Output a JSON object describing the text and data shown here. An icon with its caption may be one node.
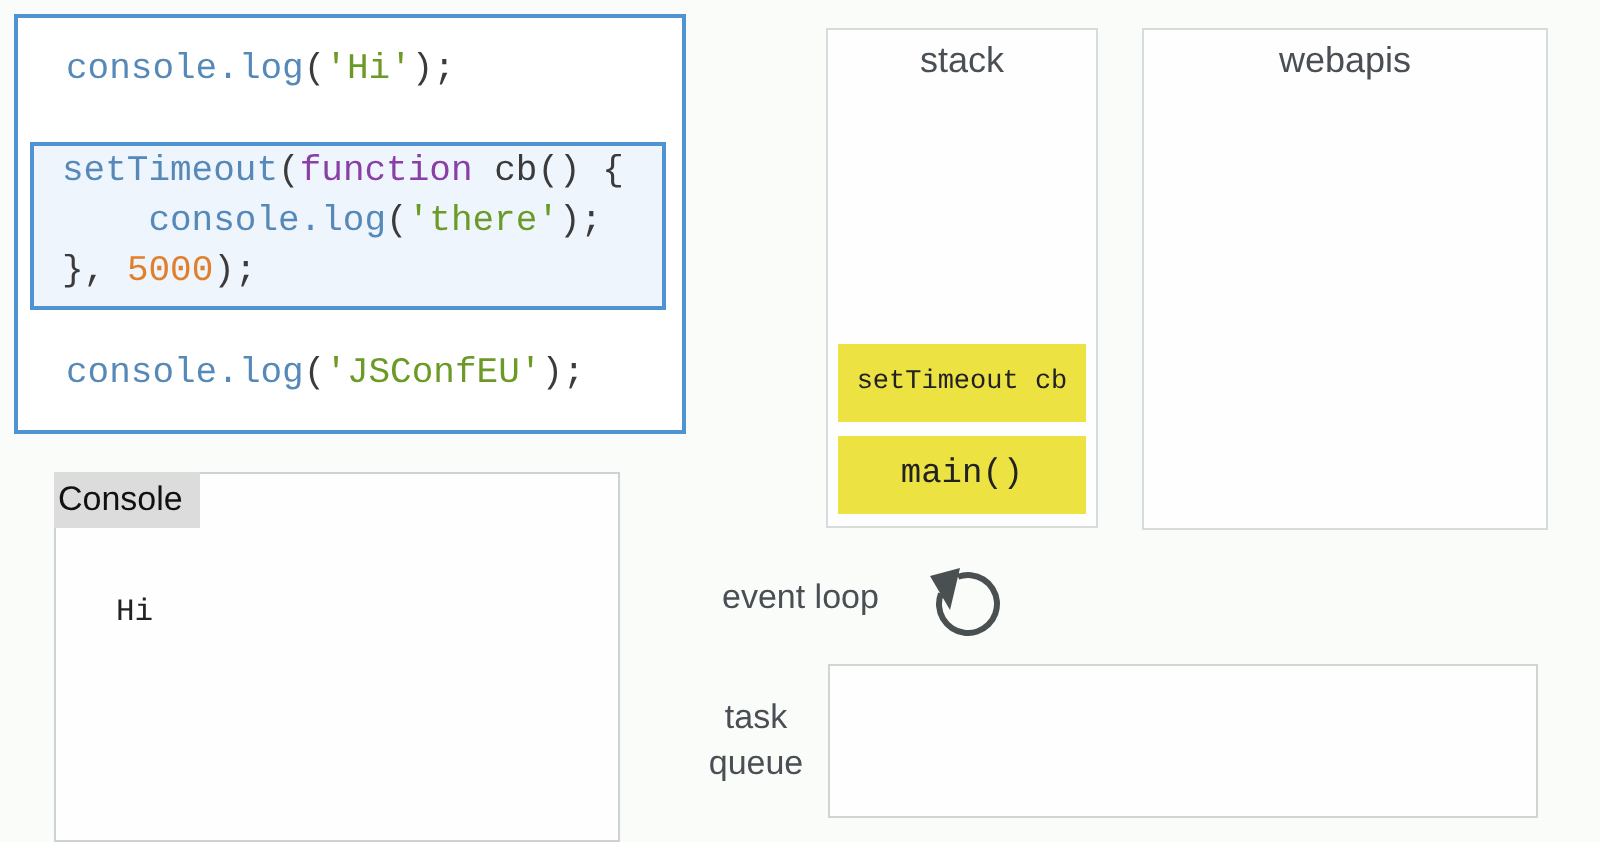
{
  "diagram": {
    "nodes": [
      {
        "text": [
          "console.log('Hi');",
          "console.log('JSConfEU');"
        ]
      },
      {
        "text": [
          "setTimeout(function cb() {",
          "console.log('there');",
          "}, 5000);"
        ],
        "in": 0
      },
      {
        "text": [
          "stack"
        ]
      },
      {
        "text": [
          "setTimeout cb"
        ],
        "in": 2
      },
      {
        "text": [
          "main()"
        ],
        "in": 2
      },
      {
        "text": [
          "webapis"
        ]
      },
      {
        "text": [
          "Console",
          "Hi"
        ]
      },
      {
        "text": [],
        "shape": "box",
        "beside": [
          "task queue"
        ]
      }
    ],
    "labels": [
      "event loop"
    ]
  }
}
